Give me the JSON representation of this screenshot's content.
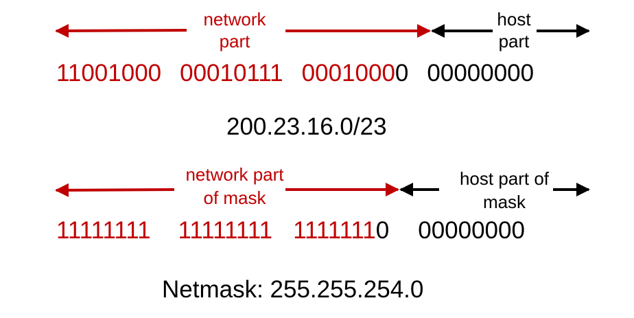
{
  "colors": {
    "network": "#c00000",
    "host": "#000000"
  },
  "address_section": {
    "network_label_line1": "network",
    "network_label_line2": "part",
    "host_label_line1": "host",
    "host_label_line2": "part",
    "octet1": "11001000",
    "octet2": "00010111",
    "octet3_network_bits": "0001000",
    "octet3_host_bit": "0",
    "octet4": "00000000",
    "cidr": "200.23.16.0/23"
  },
  "mask_section": {
    "network_label_line1": "network part",
    "network_label_line2": "of mask",
    "host_label_line1": "host part of",
    "host_label_line2": "mask",
    "octet1": "11111111",
    "octet2": "11111111",
    "octet3_network_bits": "1111111",
    "octet3_host_bit": "0",
    "octet4": "00000000",
    "netmask": "Netmask: 255.255.254.0"
  }
}
